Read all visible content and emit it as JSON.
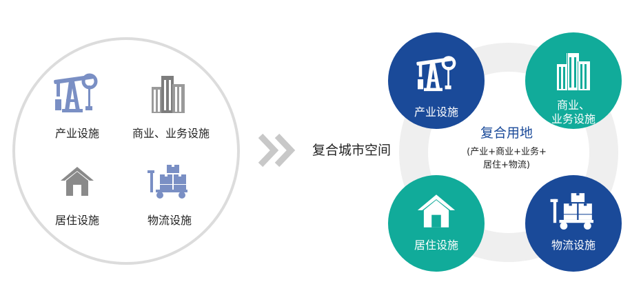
{
  "left": {
    "items": [
      {
        "label": "产业设施",
        "icon": "oil-pump-icon"
      },
      {
        "label": "商业、业务设施",
        "icon": "office-building-icon"
      },
      {
        "label": "居住设施",
        "icon": "house-icon"
      },
      {
        "label": "物流设施",
        "icon": "cart-boxes-icon"
      }
    ]
  },
  "arrow": {
    "label": "复合城市空间",
    "icon": "double-chevron-right-icon"
  },
  "right": {
    "center_title": "复合用地",
    "center_sub_line1": "(产业+商业+业务+",
    "center_sub_line2": "居住+物流)",
    "bubbles": [
      {
        "label": "产业设施",
        "icon": "oil-pump-icon"
      },
      {
        "label_line1": "商业、",
        "label_line2": "业务设施",
        "icon": "office-building-icon"
      },
      {
        "label": "居住设施",
        "icon": "house-icon"
      },
      {
        "label": "物流设施",
        "icon": "cart-boxes-icon"
      }
    ]
  },
  "colors": {
    "blue": "#1a4a99",
    "teal": "#11ab9a",
    "icon_blue": "#7a8fc4",
    "icon_gray": "#8a8a8a",
    "chevron": "#c8c8c8"
  }
}
